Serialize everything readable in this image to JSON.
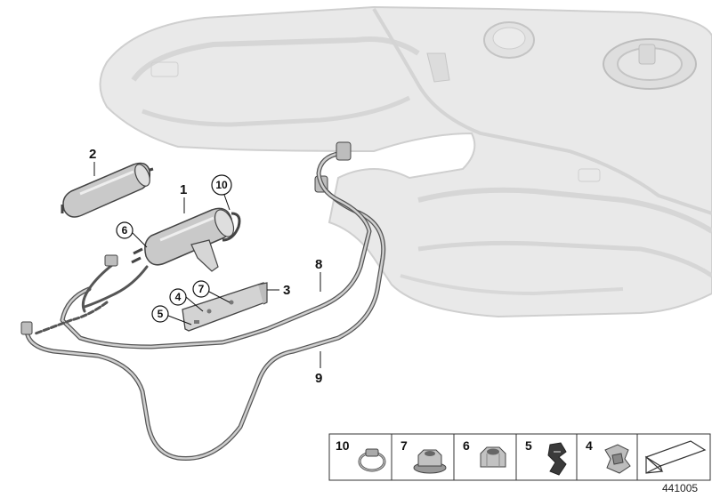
{
  "callouts": {
    "c1": "1",
    "c2": "2",
    "c3": "3",
    "c4": "4",
    "c5": "5",
    "c6": "6",
    "c7": "7",
    "c8": "8",
    "c9": "9",
    "c10": "10"
  },
  "legend": {
    "items": [
      "10",
      "7",
      "6",
      "5",
      "4"
    ]
  },
  "drawing_number": "441005",
  "colors": {
    "tank_fill": "#e9e9e9",
    "tank_stroke": "#cfcfcf",
    "line": "#555555",
    "legend_border": "#333333"
  }
}
